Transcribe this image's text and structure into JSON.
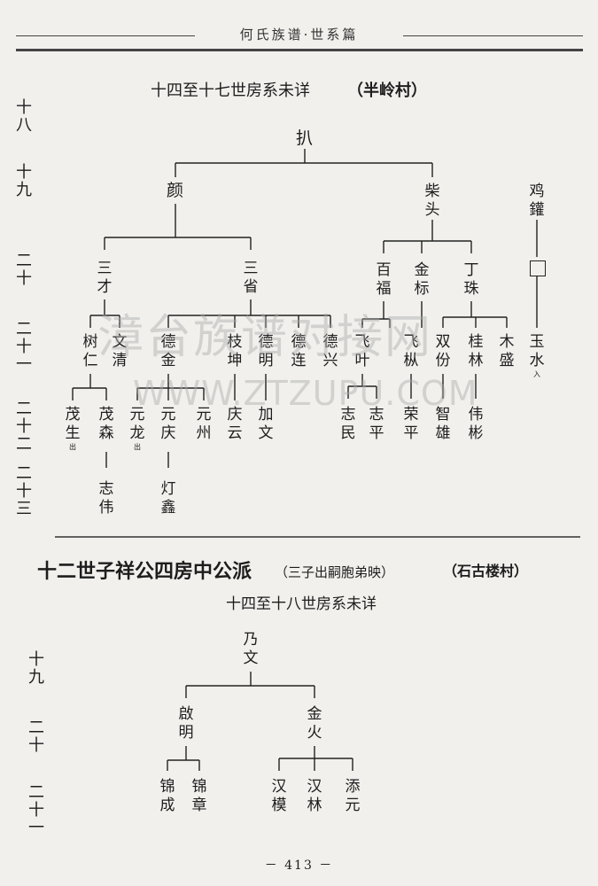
{
  "header": {
    "title": "何氏族谱·世系篇"
  },
  "section1": {
    "title": "十四至十七世房系未详",
    "village": "（半岭村）",
    "gen_labels": [
      "十八",
      "十九",
      "二十",
      "二十一",
      "二十二",
      "二十三"
    ],
    "people": {
      "ba": "扒",
      "yan": "颜",
      "chaitou": "柴头",
      "jiyao": "鸡鑵",
      "sancai": "三才",
      "sansheng": "三省",
      "baifu": "百福",
      "jinbiao": "金标",
      "dingzhu": "丁珠",
      "box": "□",
      "shuren": "树仁",
      "wenqing": "文清",
      "dejin": "德金",
      "zhikun": "枝坤",
      "deming": "德明",
      "delian": "德连",
      "dexing": "德兴",
      "feiye": "飞叶",
      "feifeng": "飞枞",
      "shuangfen": "双份",
      "guilin": "桂林",
      "musheng": "木盛",
      "yushui": "玉水",
      "yushui_note": "入",
      "maosheng": "茂生",
      "maosheng_note": "出",
      "maosen": "茂森",
      "yuanlong": "元龙",
      "yuanlong_note": "出",
      "yuanqing": "元庆",
      "yuanzhou": "元州",
      "qingyun": "庆云",
      "jiawen": "加文",
      "zhimin": "志民",
      "zhiping": "志平",
      "rongping": "荣平",
      "zhixiong": "智雄",
      "weibin": "伟彬",
      "zhiwei": "志伟",
      "dengxin": "灯鑫"
    }
  },
  "section2": {
    "title": "十二世子祥公四房中公派",
    "note": "（三子出嗣胞弟映）",
    "village": "（石古楼村）",
    "subtitle": "十四至十八世房系未详",
    "gen_labels": [
      "十九",
      "二十",
      "二十一"
    ],
    "people": {
      "naiwen": "乃文",
      "qiming": "啟明",
      "jinhuo": "金火",
      "jincheng": "锦成",
      "jinzhang": "锦章",
      "hanmo": "汉模",
      "hanlin": "汉林",
      "tianyuan": "添元"
    }
  },
  "watermark": {
    "line1": "漳台族谱对接网",
    "line2": "WWW.ZTZUPU.COM"
  },
  "footer": {
    "page": "－ 413 －"
  }
}
